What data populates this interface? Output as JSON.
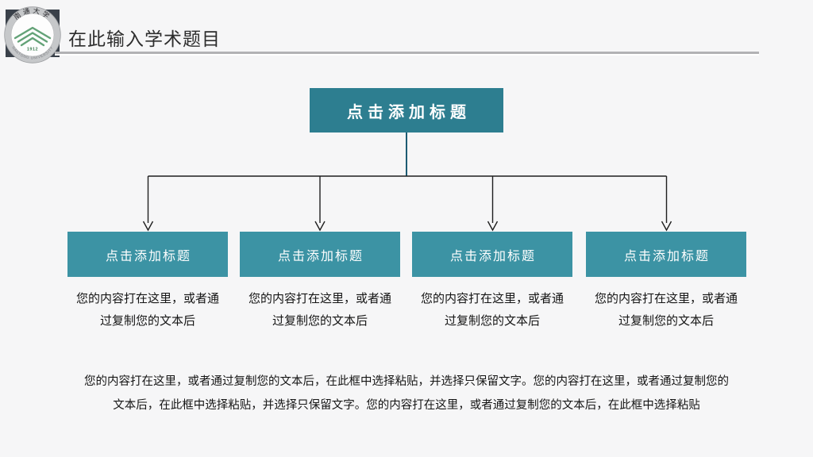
{
  "header": {
    "title": "在此输入学术题目",
    "logo": {
      "university_cn": "南通大学",
      "university_en": "NANTONG UNIVERSITY",
      "year": "1912"
    }
  },
  "flowchart": {
    "root": {
      "title": "点击添加标题"
    },
    "children": [
      {
        "title": "点击添加标题",
        "desc_lines": [
          "您的内容打在这里，或者通",
          "过复制您的文本后"
        ]
      },
      {
        "title": "点击添加标题",
        "desc_lines": [
          "您的内容打在这里，或者通",
          "过复制您的文本后"
        ]
      },
      {
        "title": "点击添加标题",
        "desc_lines": [
          "您的内容打在这里，或者通",
          "过复制您的文本后"
        ]
      },
      {
        "title": "点击添加标题",
        "desc_lines": [
          "您的内容打在这里，或者通",
          "过复制您的文本后"
        ]
      }
    ]
  },
  "paragraph": {
    "lines": [
      "您的内容打在这里，或者通过复制您的文本后，在此框中选择粘贴，并选择只保留文字。您的内容打在这里，或者通过复制您的",
      "文本后，在此框中选择粘贴，并选择只保留文字。您的内容打在这里，或者通过复制您的文本后，在此框中选择粘贴"
    ]
  },
  "colors": {
    "background": "#F6F6F7",
    "root_box": "#2D7E90",
    "child_box": "#3C93A4",
    "trunk_connector": "#1D5B73",
    "connector_line": "#1F1F1F",
    "logo_square": "#3A414A",
    "logo_green": "#63A277",
    "divider": "#B2B2B4"
  }
}
